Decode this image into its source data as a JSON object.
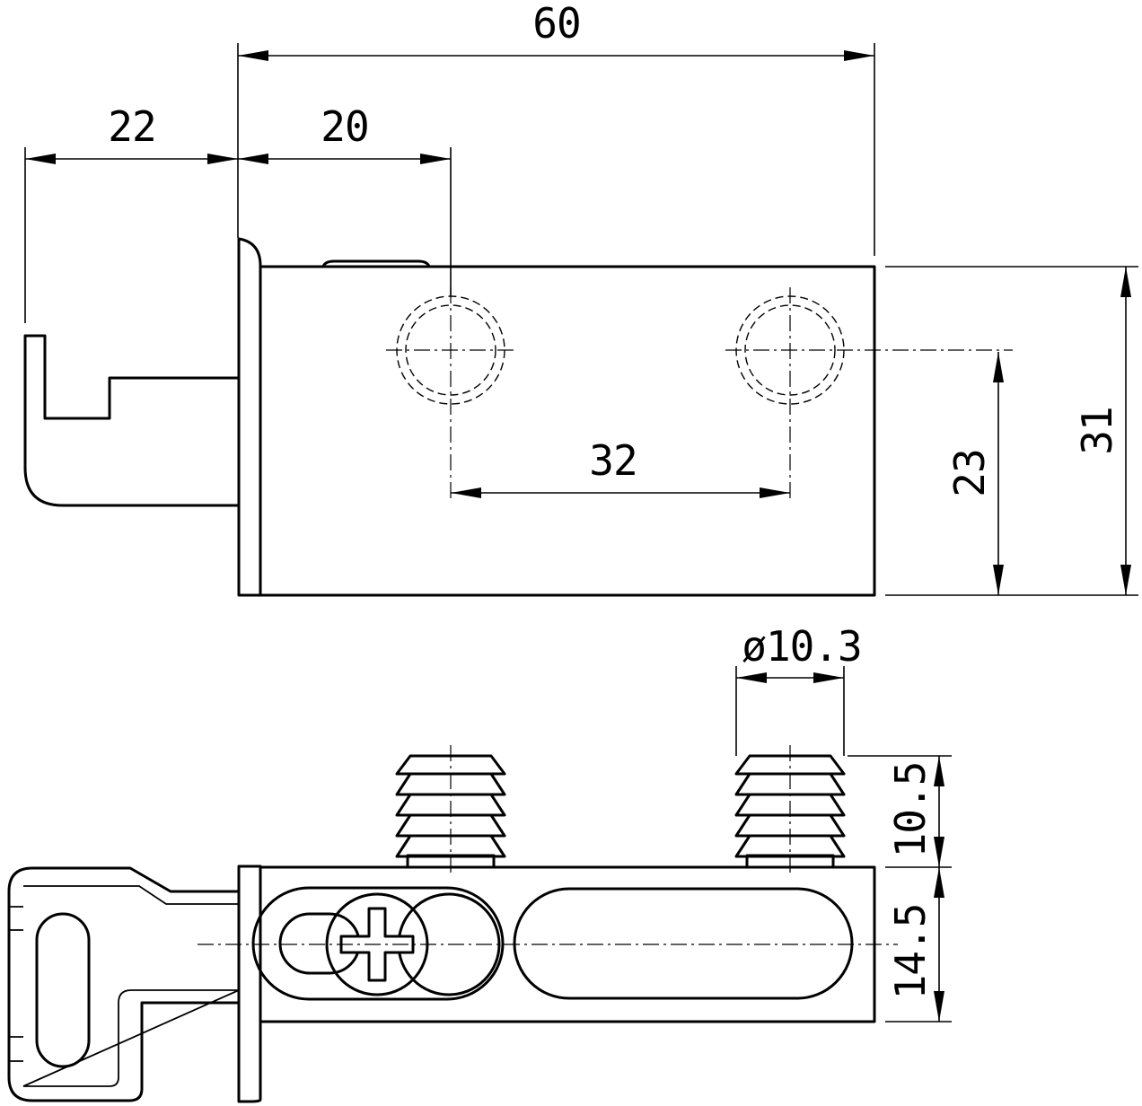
{
  "dimensions": {
    "total_length": "60",
    "bracket_width": "22",
    "first_hole_offset": "20",
    "hole_spacing": "32",
    "hole_height": "23",
    "total_height": "31",
    "dowel_diameter": "ø10.3",
    "dowel_length": "10.5",
    "body_thickness": "14.5"
  }
}
